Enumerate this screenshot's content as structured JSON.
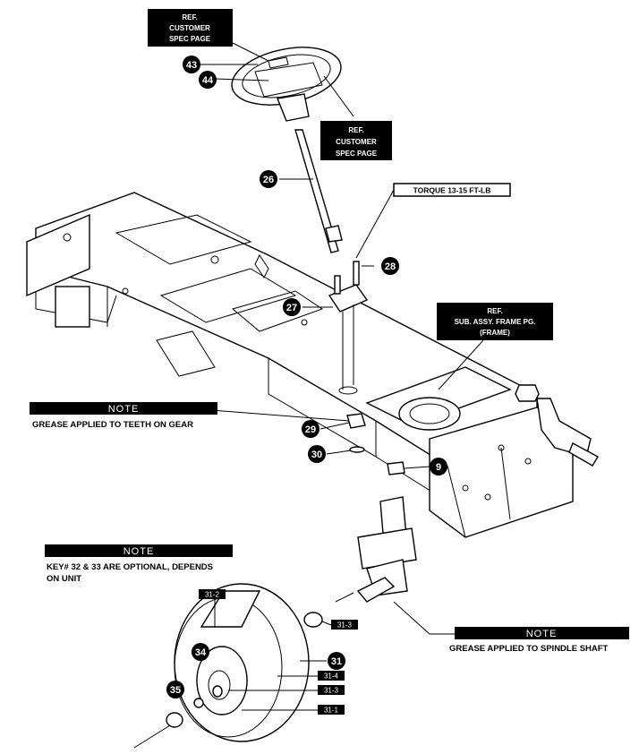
{
  "colors": {
    "ink": "#000000",
    "paper": "#ffffff",
    "label_bg": "#000000"
  },
  "ref_boxes": {
    "steering_wheel_top": [
      "REF.",
      "CUSTOMER",
      "SPEC PAGE"
    ],
    "steering_wheel_right": [
      "REF.",
      "CUSTOMER",
      "SPEC PAGE"
    ],
    "frame": [
      "REF.",
      "SUB. ASSY. FRAME PG.",
      "(FRAME)"
    ]
  },
  "torque_label": "TORQUE 13-15 FT-LB",
  "notes": {
    "gear": {
      "heading": "NOTE",
      "text": "GREASE APPLIED TO TEETH ON GEAR"
    },
    "optional_keys": {
      "heading": "NOTE",
      "lines": [
        "KEY# 32 & 33 ARE OPTIONAL, DEPENDS",
        "ON UNIT"
      ]
    },
    "spindle": {
      "heading": "NOTE",
      "text": "GREASE APPLIED TO SPINDLE SHAFT"
    }
  },
  "callouts": {
    "c43": "43",
    "c44": "44",
    "c26": "26",
    "c28": "28",
    "c27": "27",
    "c29": "29",
    "c30": "30",
    "c9": "9",
    "c31": "31",
    "c34": "34",
    "c35": "35"
  },
  "sub_callouts": {
    "s31_2": "31-2",
    "s31_3a": "31-3",
    "s31_4": "31-4",
    "s31_3b": "31-3",
    "s31_1": "31-1"
  }
}
